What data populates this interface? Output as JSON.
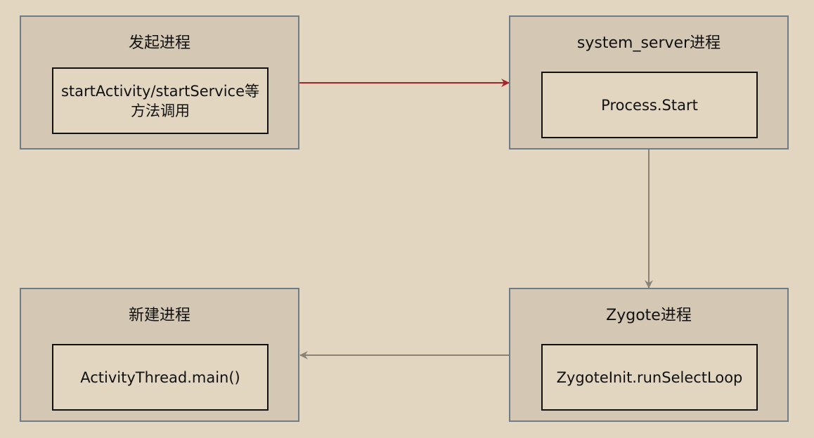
{
  "colors": {
    "background": "#e3d6c1",
    "process_fill": "#d4c7b4",
    "process_border": "#6d7c87",
    "inner_border": "#111111",
    "arrow_red": "#a3252a",
    "arrow_gray": "#8a8276"
  },
  "nodes": {
    "initiating_process": {
      "title": "发起进程",
      "inner_line1": "startActivity/startService等",
      "inner_line2": "方法调用"
    },
    "system_server_process": {
      "title": "system_server进程",
      "inner": "Process.Start"
    },
    "new_process": {
      "title": "新建进程",
      "inner": "ActivityThread.main()"
    },
    "zygote_process": {
      "title": "Zygote进程",
      "inner": "ZygoteInit.runSelectLoop"
    }
  },
  "edges": [
    {
      "from": "initiating_process",
      "to": "system_server_process",
      "color": "arrow_red"
    },
    {
      "from": "system_server_process",
      "to": "zygote_process",
      "color": "arrow_gray"
    },
    {
      "from": "zygote_process",
      "to": "new_process",
      "color": "arrow_gray"
    }
  ]
}
